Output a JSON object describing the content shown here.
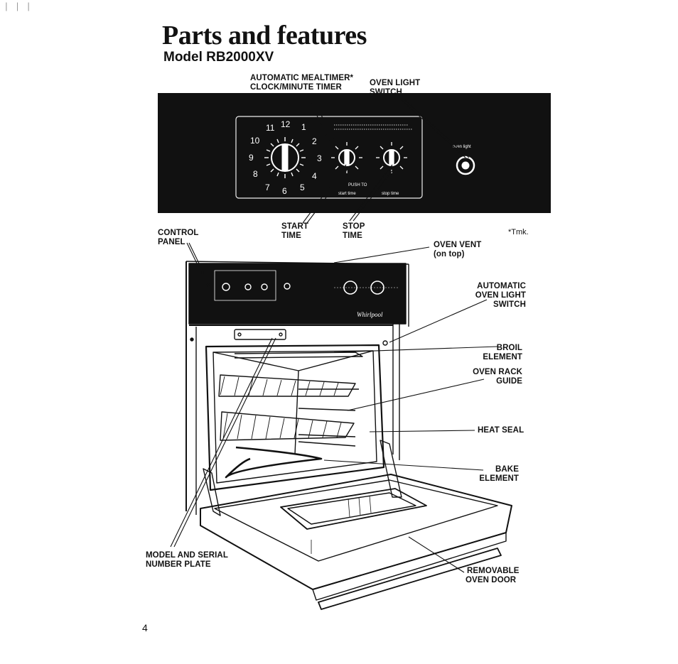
{
  "header": {
    "title": "Parts and features",
    "model": "Model RB2000XV"
  },
  "panel_callouts": {
    "mealtimer_line1": "AUTOMATIC MEALTIMER*",
    "mealtimer_line2": "CLOCK/MINUTE TIMER",
    "ovenlight_line1": "OVEN LIGHT",
    "ovenlight_line2": "SWITCH",
    "start_line1": "START",
    "start_line2": "TIME",
    "stop_line1": "STOP",
    "stop_line2": "TIME",
    "trademark_note": "*Tmk."
  },
  "panel_face": {
    "clock_numbers": [
      "12",
      "1",
      "2",
      "3",
      "4",
      "5",
      "6",
      "7",
      "8",
      "9",
      "10",
      "11"
    ],
    "start_time": "start time",
    "stop_time": "stop time",
    "oven_light": "oven light",
    "push_to": "PUSH TO"
  },
  "oven_callouts": {
    "control_panel": [
      "CONTROL",
      "PANEL"
    ],
    "oven_vent": [
      "OVEN VENT",
      "(on top)"
    ],
    "auto_light": [
      "AUTOMATIC",
      "OVEN LIGHT",
      "SWITCH"
    ],
    "broil": [
      "BROIL",
      "ELEMENT"
    ],
    "rack_guide": [
      "OVEN RACK",
      "GUIDE"
    ],
    "heat_seal": [
      "HEAT SEAL"
    ],
    "bake": [
      "BAKE",
      "ELEMENT"
    ],
    "model_plate": [
      "MODEL AND SERIAL",
      "NUMBER PLATE"
    ],
    "door": [
      "REMOVABLE",
      "OVEN DOOR"
    ]
  },
  "footer": {
    "page_number": "4"
  },
  "scan_marks": "|  | |"
}
